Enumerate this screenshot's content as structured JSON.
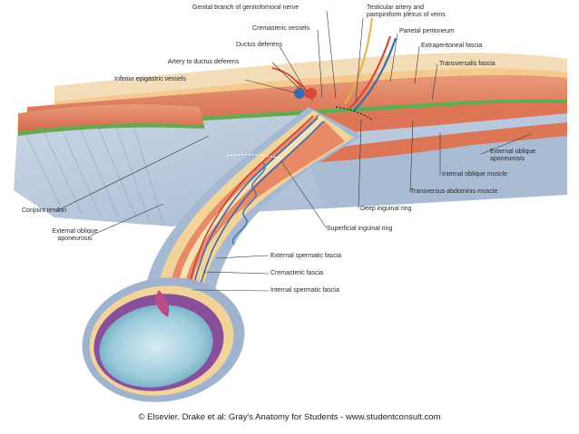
{
  "labels": {
    "genital_branch": "Genital branch of genitofomoral nerve",
    "testicular_artery": "Testicular artery and\npampiniform plexus of veins",
    "cremasteric_vessels": "Cremasteric vessels",
    "parietal_peritoneum": "Parietal peritoneum",
    "ductus_deferens": "Ductus deferens",
    "extraperitoneal_fascia": "Extraperitoneal fascia",
    "artery_ductus": "Artery to ductus deferens",
    "transversalis_fascia": "Transversalis fascia",
    "inferior_epigastric": "Inferior epigastric vessels",
    "external_oblique_aponeurosis_right": "External oblique\naponeurosis",
    "internal_oblique": "Internal oblique muscle",
    "transversus": "Transversus abdominis muscle",
    "conjoint_tendon": "Conjoint tendon",
    "deep_ring": "Deep inguinal ring",
    "external_oblique_aponeurosis_left": "External oblique\naponeurosis",
    "superficial_ring": "Superficial inguinal ring",
    "external_spermatic": "External spermatic fascia",
    "cremasteric_fascia": "Cremasteric fascia",
    "internal_spermatic": "Internal spermatic fascia"
  },
  "copyright": "© Elsevier. Drake et al: Gray's Anatomy for Students - www.studentconsult.com"
}
